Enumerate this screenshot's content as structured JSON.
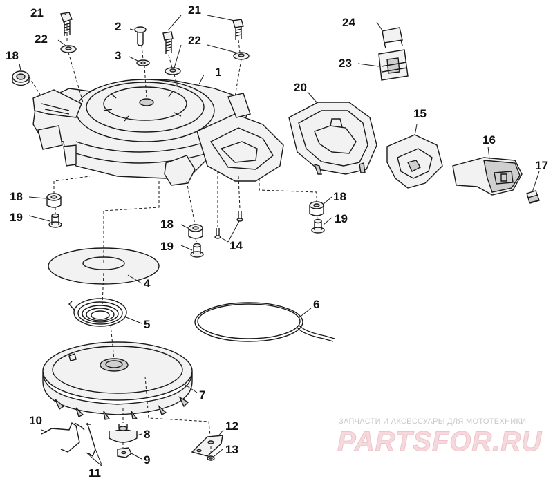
{
  "callouts": {
    "c1": "1",
    "c2": "2",
    "c3": "3",
    "c4": "4",
    "c5": "5",
    "c6": "6",
    "c7": "7",
    "c8": "8",
    "c9": "9",
    "c10": "10",
    "c11": "11",
    "c12": "12",
    "c13": "13",
    "c14": "14",
    "c15": "15",
    "c16": "16",
    "c17": "17",
    "c18a": "18",
    "c18b": "18",
    "c18c": "18",
    "c18d": "18",
    "c19a": "19",
    "c19b": "19",
    "c19c": "19",
    "c20": "20",
    "c21a": "21",
    "c21b": "21",
    "c22a": "22",
    "c22b": "22",
    "c23": "23",
    "c24": "24"
  },
  "watermark": {
    "tagline": "ЗАПЧАСТИ И АКСЕССУАРЫ ДЛЯ МОТОТЕХНИКИ",
    "brand": "PARTSFOR.RU"
  }
}
